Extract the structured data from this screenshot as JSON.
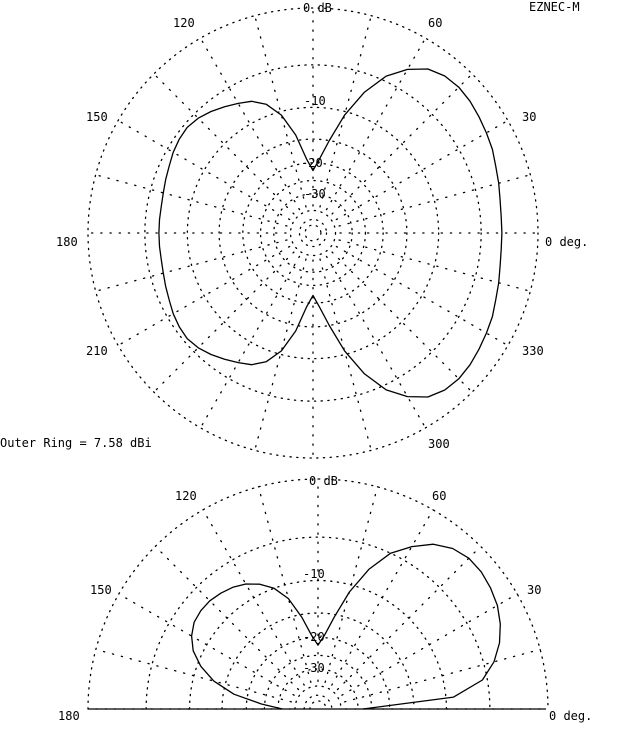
{
  "header": {
    "program": "EZNEC-M"
  },
  "footer_note": "Outer Ring = 7.58 dBi",
  "chart_data": [
    {
      "type": "polar",
      "name": "azimuth",
      "rings_db": [
        0,
        -10,
        -20,
        -30
      ],
      "ring_labels": [
        "0 dB",
        "-10",
        "-20",
        "-30"
      ],
      "angle_labels": [
        {
          "angle": 0,
          "text": "0 deg."
        },
        {
          "angle": 30,
          "text": "30"
        },
        {
          "angle": 60,
          "text": "60"
        },
        {
          "angle": 120,
          "text": "120"
        },
        {
          "angle": 150,
          "text": "150"
        },
        {
          "angle": 180,
          "text": "180"
        },
        {
          "angle": 210,
          "text": "210"
        },
        {
          "angle": 300,
          "text": "300"
        },
        {
          "angle": 330,
          "text": "330"
        }
      ],
      "outer_ring_dbi": 7.58,
      "pattern": {
        "angles_deg": [
          0,
          5,
          10,
          15,
          20,
          25,
          30,
          35,
          40,
          45,
          50,
          55,
          60,
          65,
          70,
          75,
          80,
          85,
          90,
          95,
          100,
          105,
          110,
          115,
          120,
          125,
          130,
          135,
          140,
          145,
          150,
          155,
          160,
          165,
          170,
          175,
          180,
          185,
          190,
          195,
          200,
          205,
          210,
          215,
          220,
          225,
          230,
          235,
          240,
          245,
          250,
          255,
          260,
          265,
          270,
          275,
          280,
          285,
          290,
          295,
          300,
          305,
          310,
          315,
          320,
          325,
          330,
          335,
          340,
          345,
          350,
          355
        ],
        "gain_db": [
          -3.0,
          -3.0,
          -2.9,
          -2.7,
          -2.5,
          -2.2,
          -2.0,
          -1.8,
          -1.6,
          -1.5,
          -1.6,
          -2.0,
          -3.0,
          -4.5,
          -7.0,
          -10.5,
          -15.0,
          -19.0,
          -22.0,
          -19.0,
          -14.0,
          -10.5,
          -8.5,
          -7.5,
          -7.0,
          -6.5,
          -6.0,
          -5.6,
          -5.4,
          -5.5,
          -5.7,
          -6.0,
          -6.2,
          -6.4,
          -6.5,
          -6.5,
          -6.5,
          -6.5,
          -6.5,
          -6.4,
          -6.2,
          -6.0,
          -5.7,
          -5.5,
          -5.4,
          -5.6,
          -6.0,
          -6.5,
          -7.0,
          -7.5,
          -8.5,
          -10.5,
          -14.0,
          -19.0,
          -22.0,
          -19.0,
          -15.0,
          -10.5,
          -7.0,
          -4.5,
          -3.0,
          -2.0,
          -1.6,
          -1.5,
          -1.6,
          -1.8,
          -2.0,
          -2.2,
          -2.5,
          -2.7,
          -2.9,
          -3.0
        ]
      }
    },
    {
      "type": "polar",
      "name": "elevation",
      "rings_db": [
        0,
        -10,
        -20,
        -30
      ],
      "ring_labels": [
        "0 dB",
        "-10",
        "-20",
        "-30"
      ],
      "angle_labels": [
        {
          "angle": 0,
          "text": "0 deg."
        },
        {
          "angle": 30,
          "text": "30"
        },
        {
          "angle": 60,
          "text": "60"
        },
        {
          "angle": 120,
          "text": "120"
        },
        {
          "angle": 150,
          "text": "150"
        },
        {
          "angle": 180,
          "text": "180"
        }
      ],
      "pattern": {
        "angles_deg": [
          0,
          5,
          10,
          15,
          20,
          25,
          30,
          35,
          40,
          45,
          50,
          55,
          60,
          65,
          70,
          75,
          80,
          85,
          90,
          95,
          100,
          105,
          110,
          115,
          120,
          125,
          130,
          135,
          140,
          145,
          150,
          155,
          160,
          165,
          170,
          175,
          180
        ],
        "gain_db": [
          -28.0,
          -9.0,
          -5.5,
          -4.0,
          -3.0,
          -2.3,
          -1.8,
          -1.5,
          -1.3,
          -1.3,
          -1.6,
          -2.3,
          -3.5,
          -5.0,
          -7.5,
          -11.0,
          -15.5,
          -19.5,
          -22.0,
          -19.5,
          -15.5,
          -12.0,
          -10.0,
          -8.8,
          -8.0,
          -7.5,
          -7.2,
          -7.0,
          -7.0,
          -7.2,
          -7.8,
          -8.8,
          -10.5,
          -13.0,
          -17.0,
          -24.0,
          -32.0
        ]
      }
    }
  ]
}
